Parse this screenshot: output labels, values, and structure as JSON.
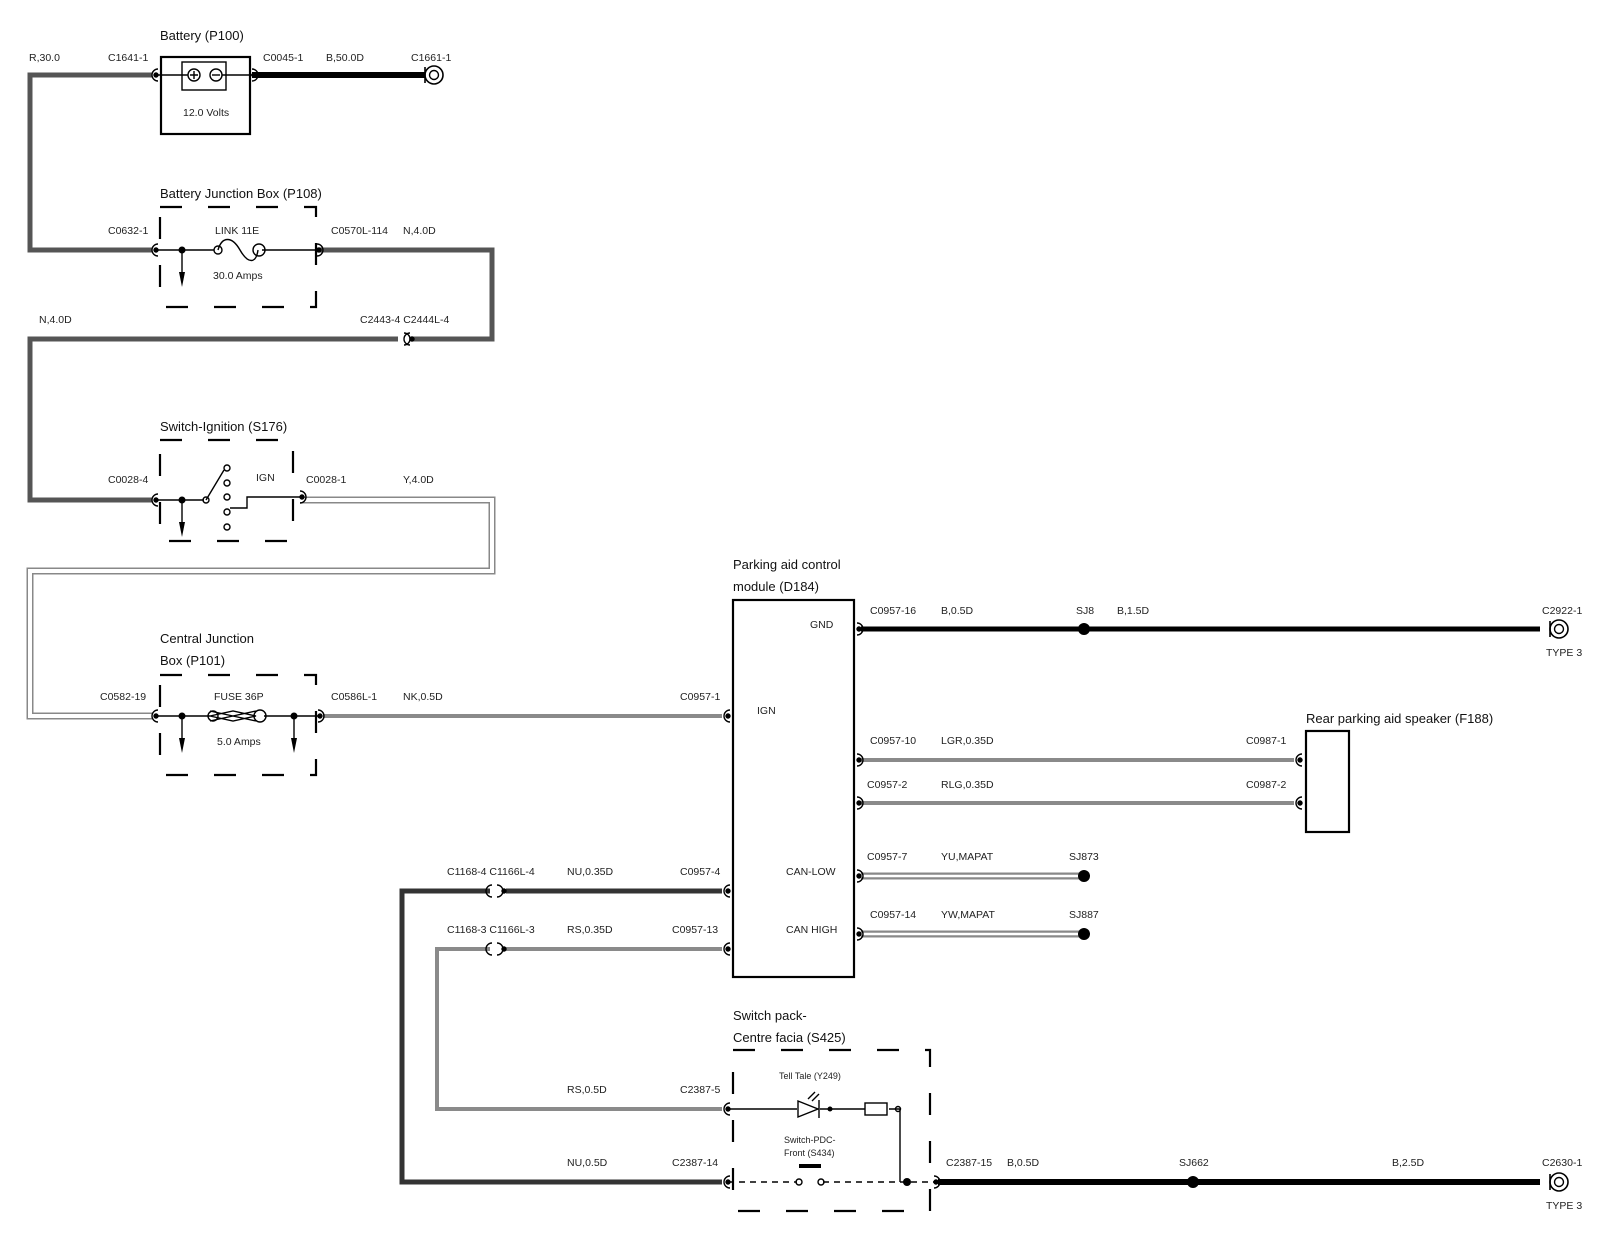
{
  "components": {
    "battery": {
      "title": "Battery (P100)",
      "volts": "12.0 Volts"
    },
    "battery_junction_box": {
      "title": "Battery Junction Box (P108)",
      "link": "LINK 11E",
      "amps": "30.0 Amps"
    },
    "ignition_switch": {
      "title": "Switch-Ignition (S176)",
      "ign": "IGN"
    },
    "central_junction_box": {
      "title_line1": "Central Junction",
      "title_line2": "Box (P101)",
      "fuse": "FUSE 36P",
      "amps": "5.0 Amps"
    },
    "parking_module": {
      "title_line1": "Parking aid control",
      "title_line2": "module (D184)",
      "gnd": "GND",
      "ign": "IGN",
      "can_low": "CAN-LOW",
      "can_high": "CAN HIGH"
    },
    "rear_speaker": {
      "title": "Rear parking aid speaker (F188)"
    },
    "switch_pack": {
      "title_line1": "Switch pack-",
      "title_line2": "Centre facia (S425)",
      "tell_tale": "Tell Tale (Y249)",
      "pdc_line1": "Switch-PDC-",
      "pdc_line2": "Front (S434)"
    }
  },
  "labels": {
    "r30": "R,30.0",
    "c1641": "C1641-1",
    "c0045": "C0045-1",
    "b50": "B,50.0D",
    "c1661": "C1661-1",
    "c0632": "C0632-1",
    "c0570": "C0570L-114",
    "n40a": "N,4.0D",
    "n40b": "N,4.0D",
    "c2443": "C2443-4 C2444L-4",
    "c0028_4": "C0028-4",
    "c0028_1": "C0028-1",
    "y40": "Y,4.0D",
    "c0582": "C0582-19",
    "c0586": "C0586L-1",
    "nk05": "NK,0.5D",
    "c0957_1": "C0957-1",
    "c0957_16": "C0957-16",
    "b05a": "B,0.5D",
    "sj8": "SJ8",
    "b15": "B,1.5D",
    "c2922": "C2922-1",
    "type3a": "TYPE 3",
    "c0957_10": "C0957-10",
    "lgr": "LGR,0.35D",
    "c0987_1": "C0987-1",
    "c0957_2": "C0957-2",
    "rlg": "RLG,0.35D",
    "c0987_2": "C0987-2",
    "c1168_4": "C1168-4 C1166L-4",
    "nu035": "NU,0.35D",
    "c0957_4": "C0957-4",
    "c0957_7": "C0957-7",
    "yu": "YU,MAPAT",
    "sj873": "SJ873",
    "c1168_3": "C1168-3 C1166L-3",
    "rs035": "RS,0.35D",
    "c0957_13": "C0957-13",
    "c0957_14": "C0957-14",
    "yw": "YW,MAPAT",
    "sj887": "SJ887",
    "rs05": "RS,0.5D",
    "c2387_5": "C2387-5",
    "nu05": "NU,0.5D",
    "c2387_14": "C2387-14",
    "c2387_15": "C2387-15",
    "b05b": "B,0.5D",
    "sj662": "SJ662",
    "b25": "B,2.5D",
    "c2630": "C2630-1",
    "type3b": "TYPE 3"
  },
  "colors": {
    "wire_dark": "#555555",
    "wire_black": "#000000",
    "wire_gray": "#8a8a8a"
  }
}
